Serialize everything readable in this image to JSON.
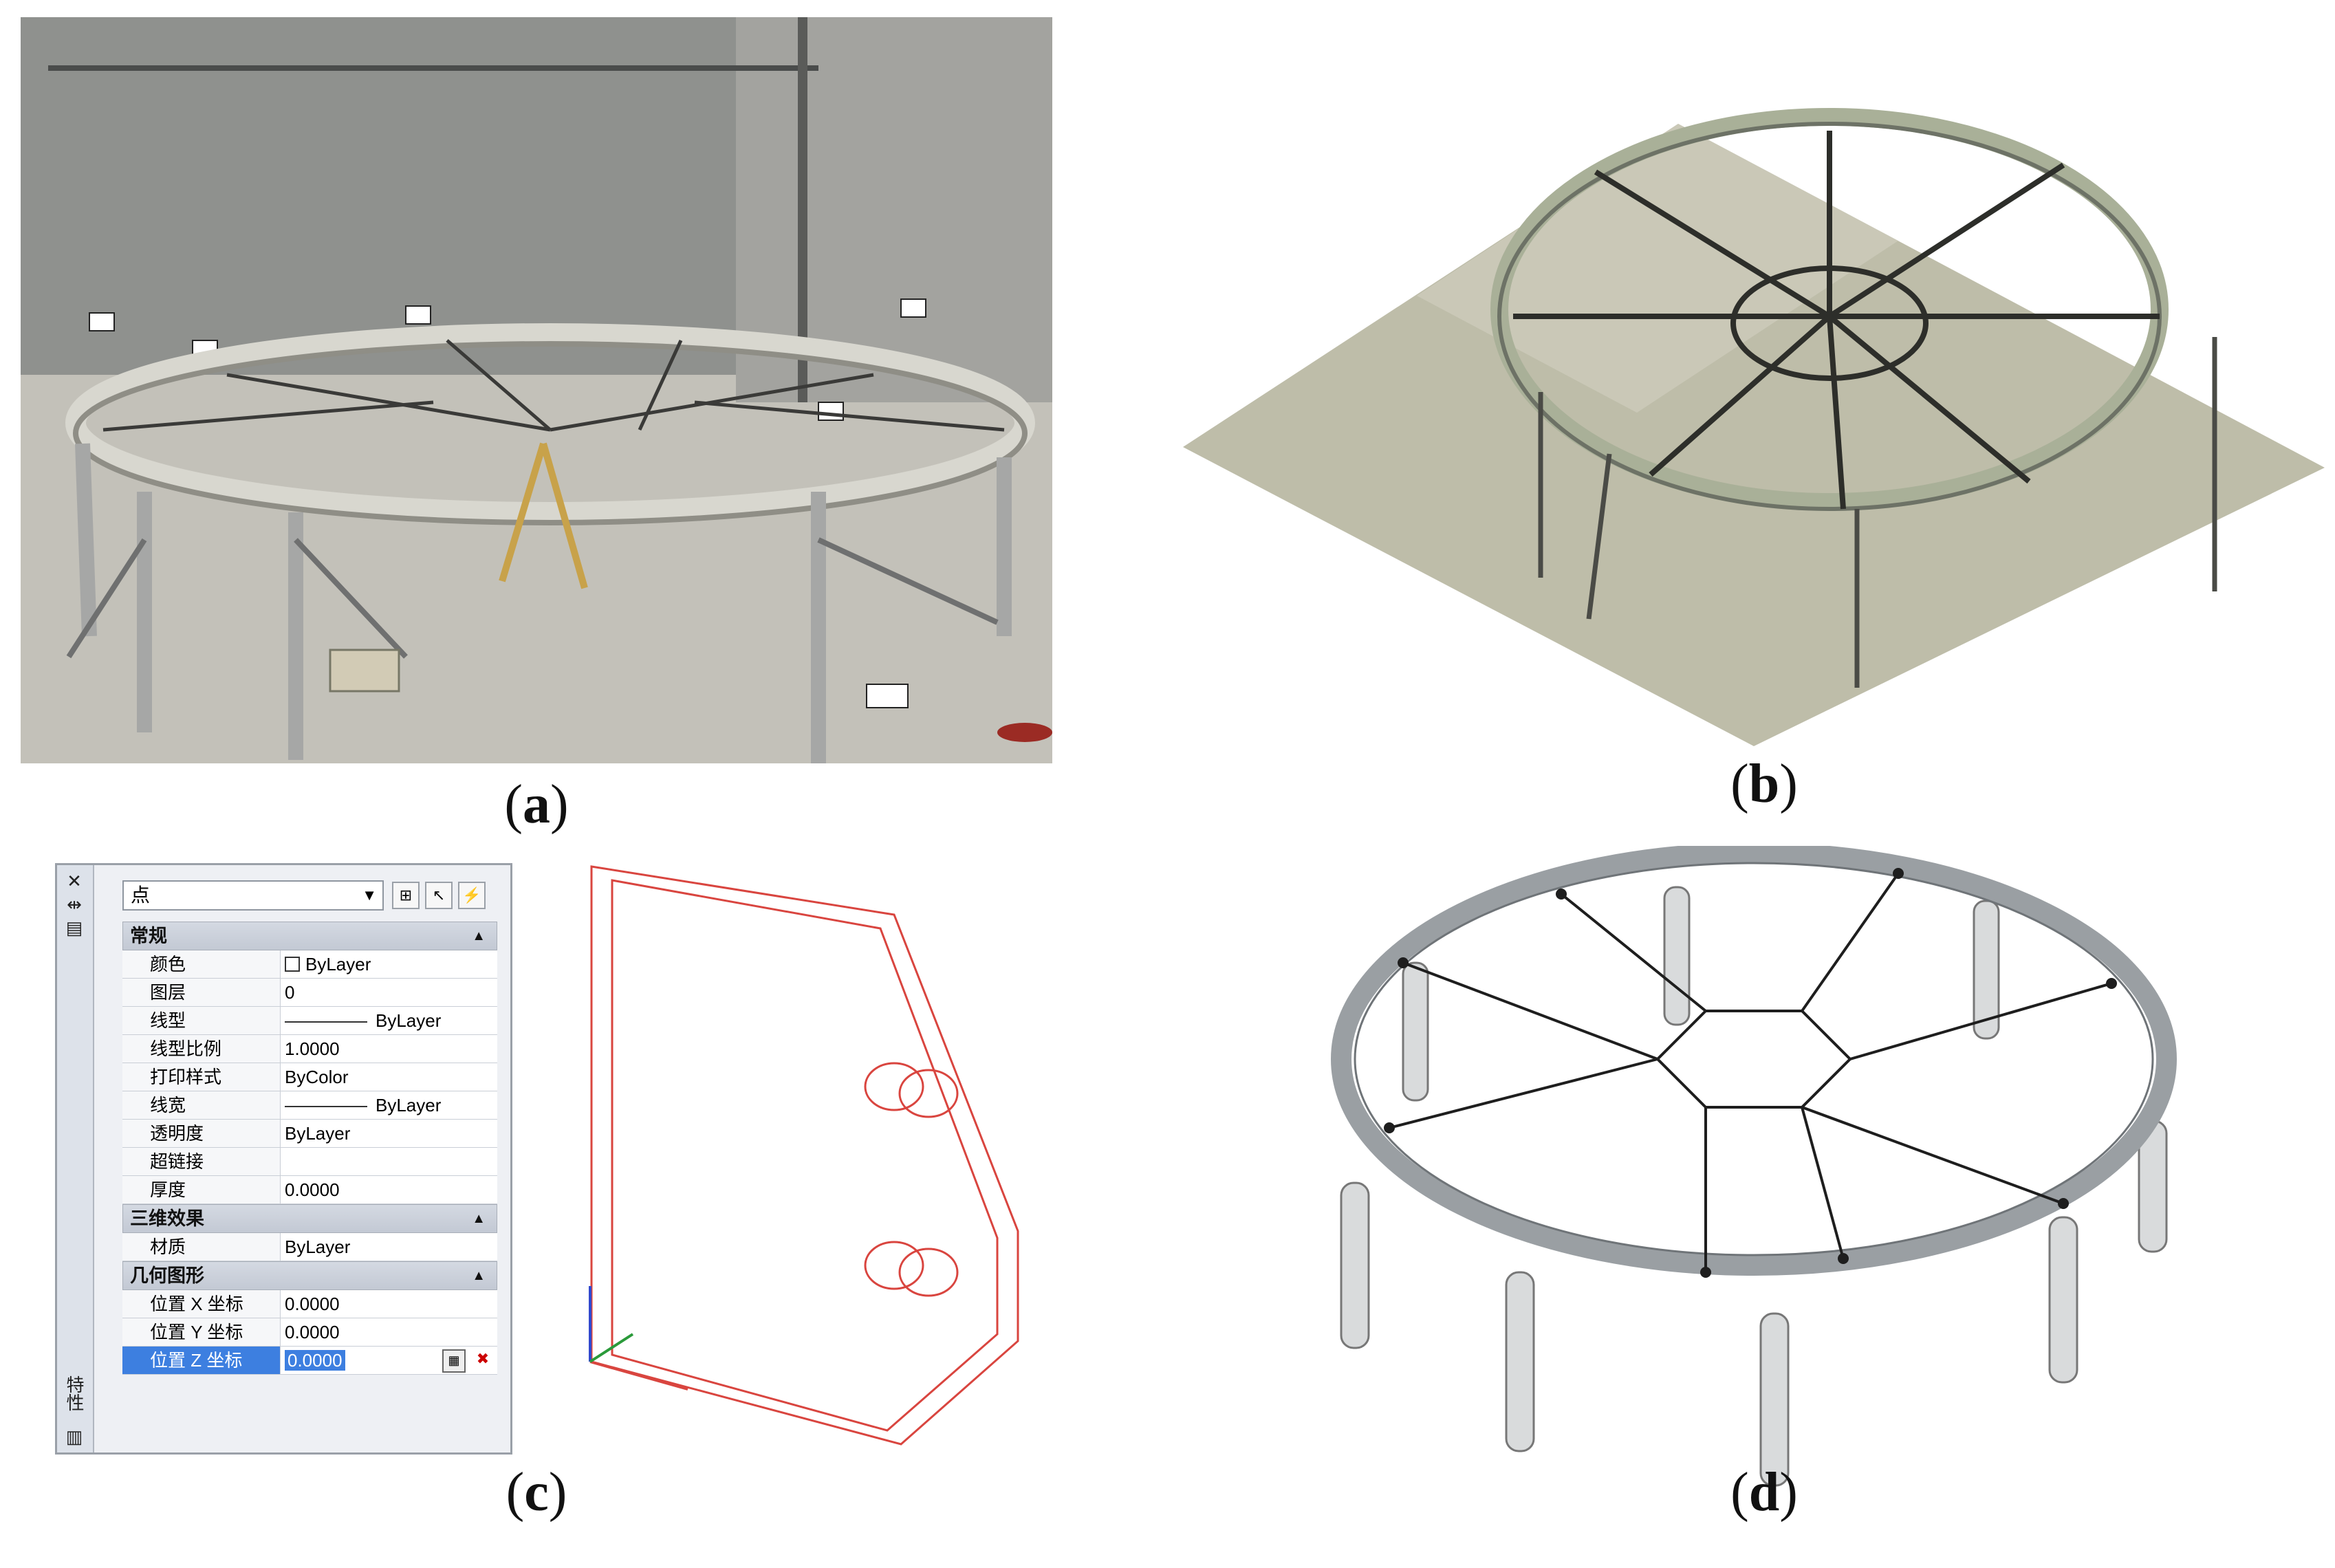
{
  "captions": {
    "a": "a",
    "b": "b",
    "c": "c",
    "d": "d"
  },
  "properties_palette": {
    "palette_title": "特性",
    "object_type": "点",
    "sections": [
      {
        "title": "常规",
        "rows": [
          {
            "name": "颜色",
            "value": "ByLayer",
            "kind": "color"
          },
          {
            "name": "图层",
            "value": "0",
            "kind": "text"
          },
          {
            "name": "线型",
            "value": "ByLayer",
            "kind": "line"
          },
          {
            "name": "线型比例",
            "value": "1.0000",
            "kind": "text"
          },
          {
            "name": "打印样式",
            "value": "ByColor",
            "kind": "text"
          },
          {
            "name": "线宽",
            "value": "ByLayer",
            "kind": "line"
          },
          {
            "name": "透明度",
            "value": "ByLayer",
            "kind": "text"
          },
          {
            "name": "超链接",
            "value": "",
            "kind": "text"
          },
          {
            "name": "厚度",
            "value": "0.0000",
            "kind": "text"
          }
        ]
      },
      {
        "title": "三维效果",
        "rows": [
          {
            "name": "材质",
            "value": "ByLayer",
            "kind": "text"
          }
        ]
      },
      {
        "title": "几何图形",
        "rows": [
          {
            "name": "位置 X 坐标",
            "value": "0.0000",
            "kind": "text"
          },
          {
            "name": "位置 Y 坐标",
            "value": "0.0000",
            "kind": "text"
          },
          {
            "name": "位置 Z 坐标",
            "value": "0.0000",
            "kind": "selected"
          }
        ]
      }
    ]
  },
  "colors": {
    "wireframe": "#d9453f",
    "selection": "#3d7fe0",
    "ring_gray": "#9a9fa3"
  }
}
